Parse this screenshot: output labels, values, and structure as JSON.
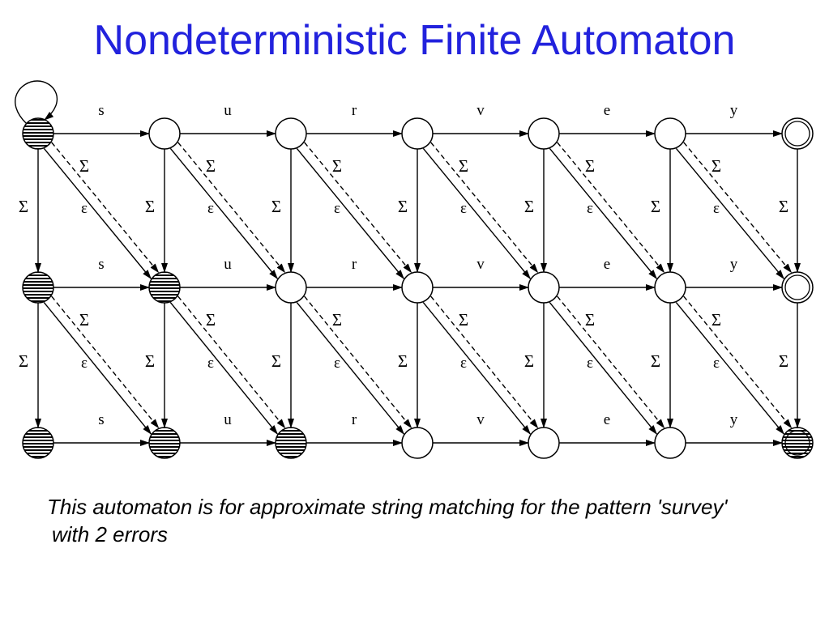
{
  "title": "Nondeterministic Finite Automaton",
  "title_color": "#2222dd",
  "diagram": {
    "pattern": [
      "s",
      "u",
      "r",
      "v",
      "e",
      "y"
    ],
    "error_rows": 3,
    "insertion_label": "Σ",
    "substitution_label": "Σ",
    "deletion_label": "ε",
    "active_states": [
      [
        0,
        0
      ],
      [
        1,
        0
      ],
      [
        1,
        1
      ],
      [
        2,
        0
      ],
      [
        2,
        1
      ],
      [
        2,
        2
      ],
      [
        2,
        6
      ]
    ],
    "accepting_column": 6
  },
  "caption": {
    "line1": "This automaton is for approximate string matching for the pattern 'survey'",
    "line2": "with 2 errors"
  }
}
